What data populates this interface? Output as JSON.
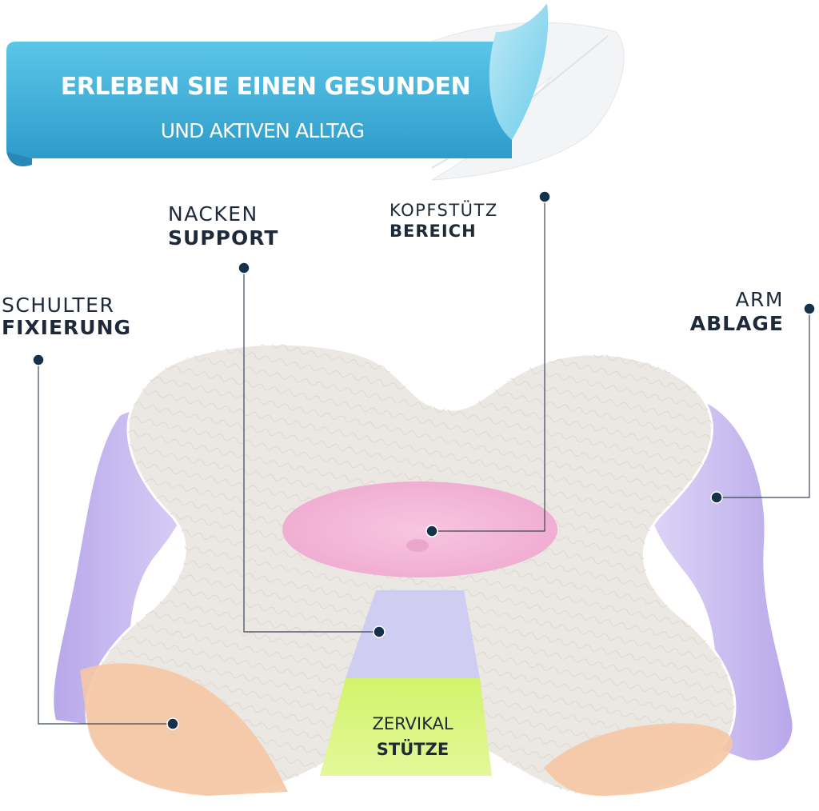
{
  "banner": {
    "title": "ERLEBEN SIE EINEN GESUNDEN",
    "subtitle": "UND AKTIVEN ALLTAG"
  },
  "labels": {
    "nacken": {
      "line1": "NACKEN",
      "line2": "SUPPORT"
    },
    "kopf": {
      "line1": "KOPFSTÜTZ",
      "line2": "BEREICH"
    },
    "schulter": {
      "line1": "SCHULTER",
      "line2": "FIXIERUNG"
    },
    "arm": {
      "line1": "ARM",
      "line2": "ABLAGE"
    },
    "zervikal": {
      "line1": "ZERVIKAL",
      "line2": "STÜTZE"
    }
  },
  "colors": {
    "banner": "#3fb6dd",
    "banner_dark": "#2a93c2",
    "label_text": "#1e2a3a",
    "dot": "#16324a",
    "pillow": "#ebe8e3",
    "purple": "#c6b8ee",
    "pink": "#f2b4d6",
    "orange": "#f6c7a4",
    "lavender": "#cfcbf3",
    "green": "#d7f57a"
  }
}
